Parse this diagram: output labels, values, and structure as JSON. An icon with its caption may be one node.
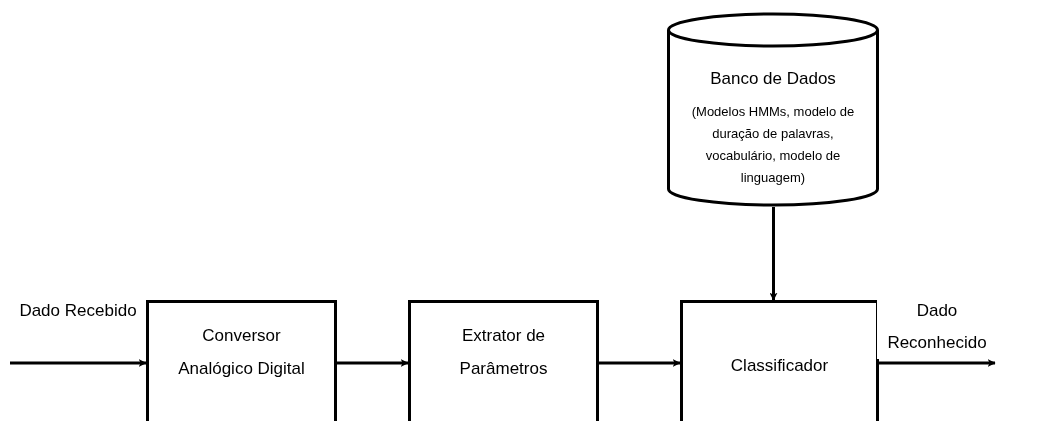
{
  "diagram": {
    "nodes": [
      {
        "text": [
          "Banco de Dados",
          "(Modelos HMMs, modelo de duração de palavras, vocabulário, modelo de linguagem)"
        ]
      },
      {
        "text": [
          "Conversor Analógico Digital"
        ]
      },
      {
        "text": [
          "Extrator de Parâmetros"
        ]
      },
      {
        "text": [
          "Classificador"
        ]
      }
    ],
    "edges": [
      {
        "from": null,
        "to": 1,
        "arrow": "to",
        "label": "Dado Recebido"
      },
      {
        "from": 1,
        "to": 2,
        "arrow": "to"
      },
      {
        "from": 2,
        "to": 3,
        "arrow": "to"
      },
      {
        "from": 0,
        "to": 3,
        "arrow": "to"
      },
      {
        "from": 3,
        "to": null,
        "arrow": "to",
        "label": "Dado Reconhecido"
      }
    ]
  }
}
